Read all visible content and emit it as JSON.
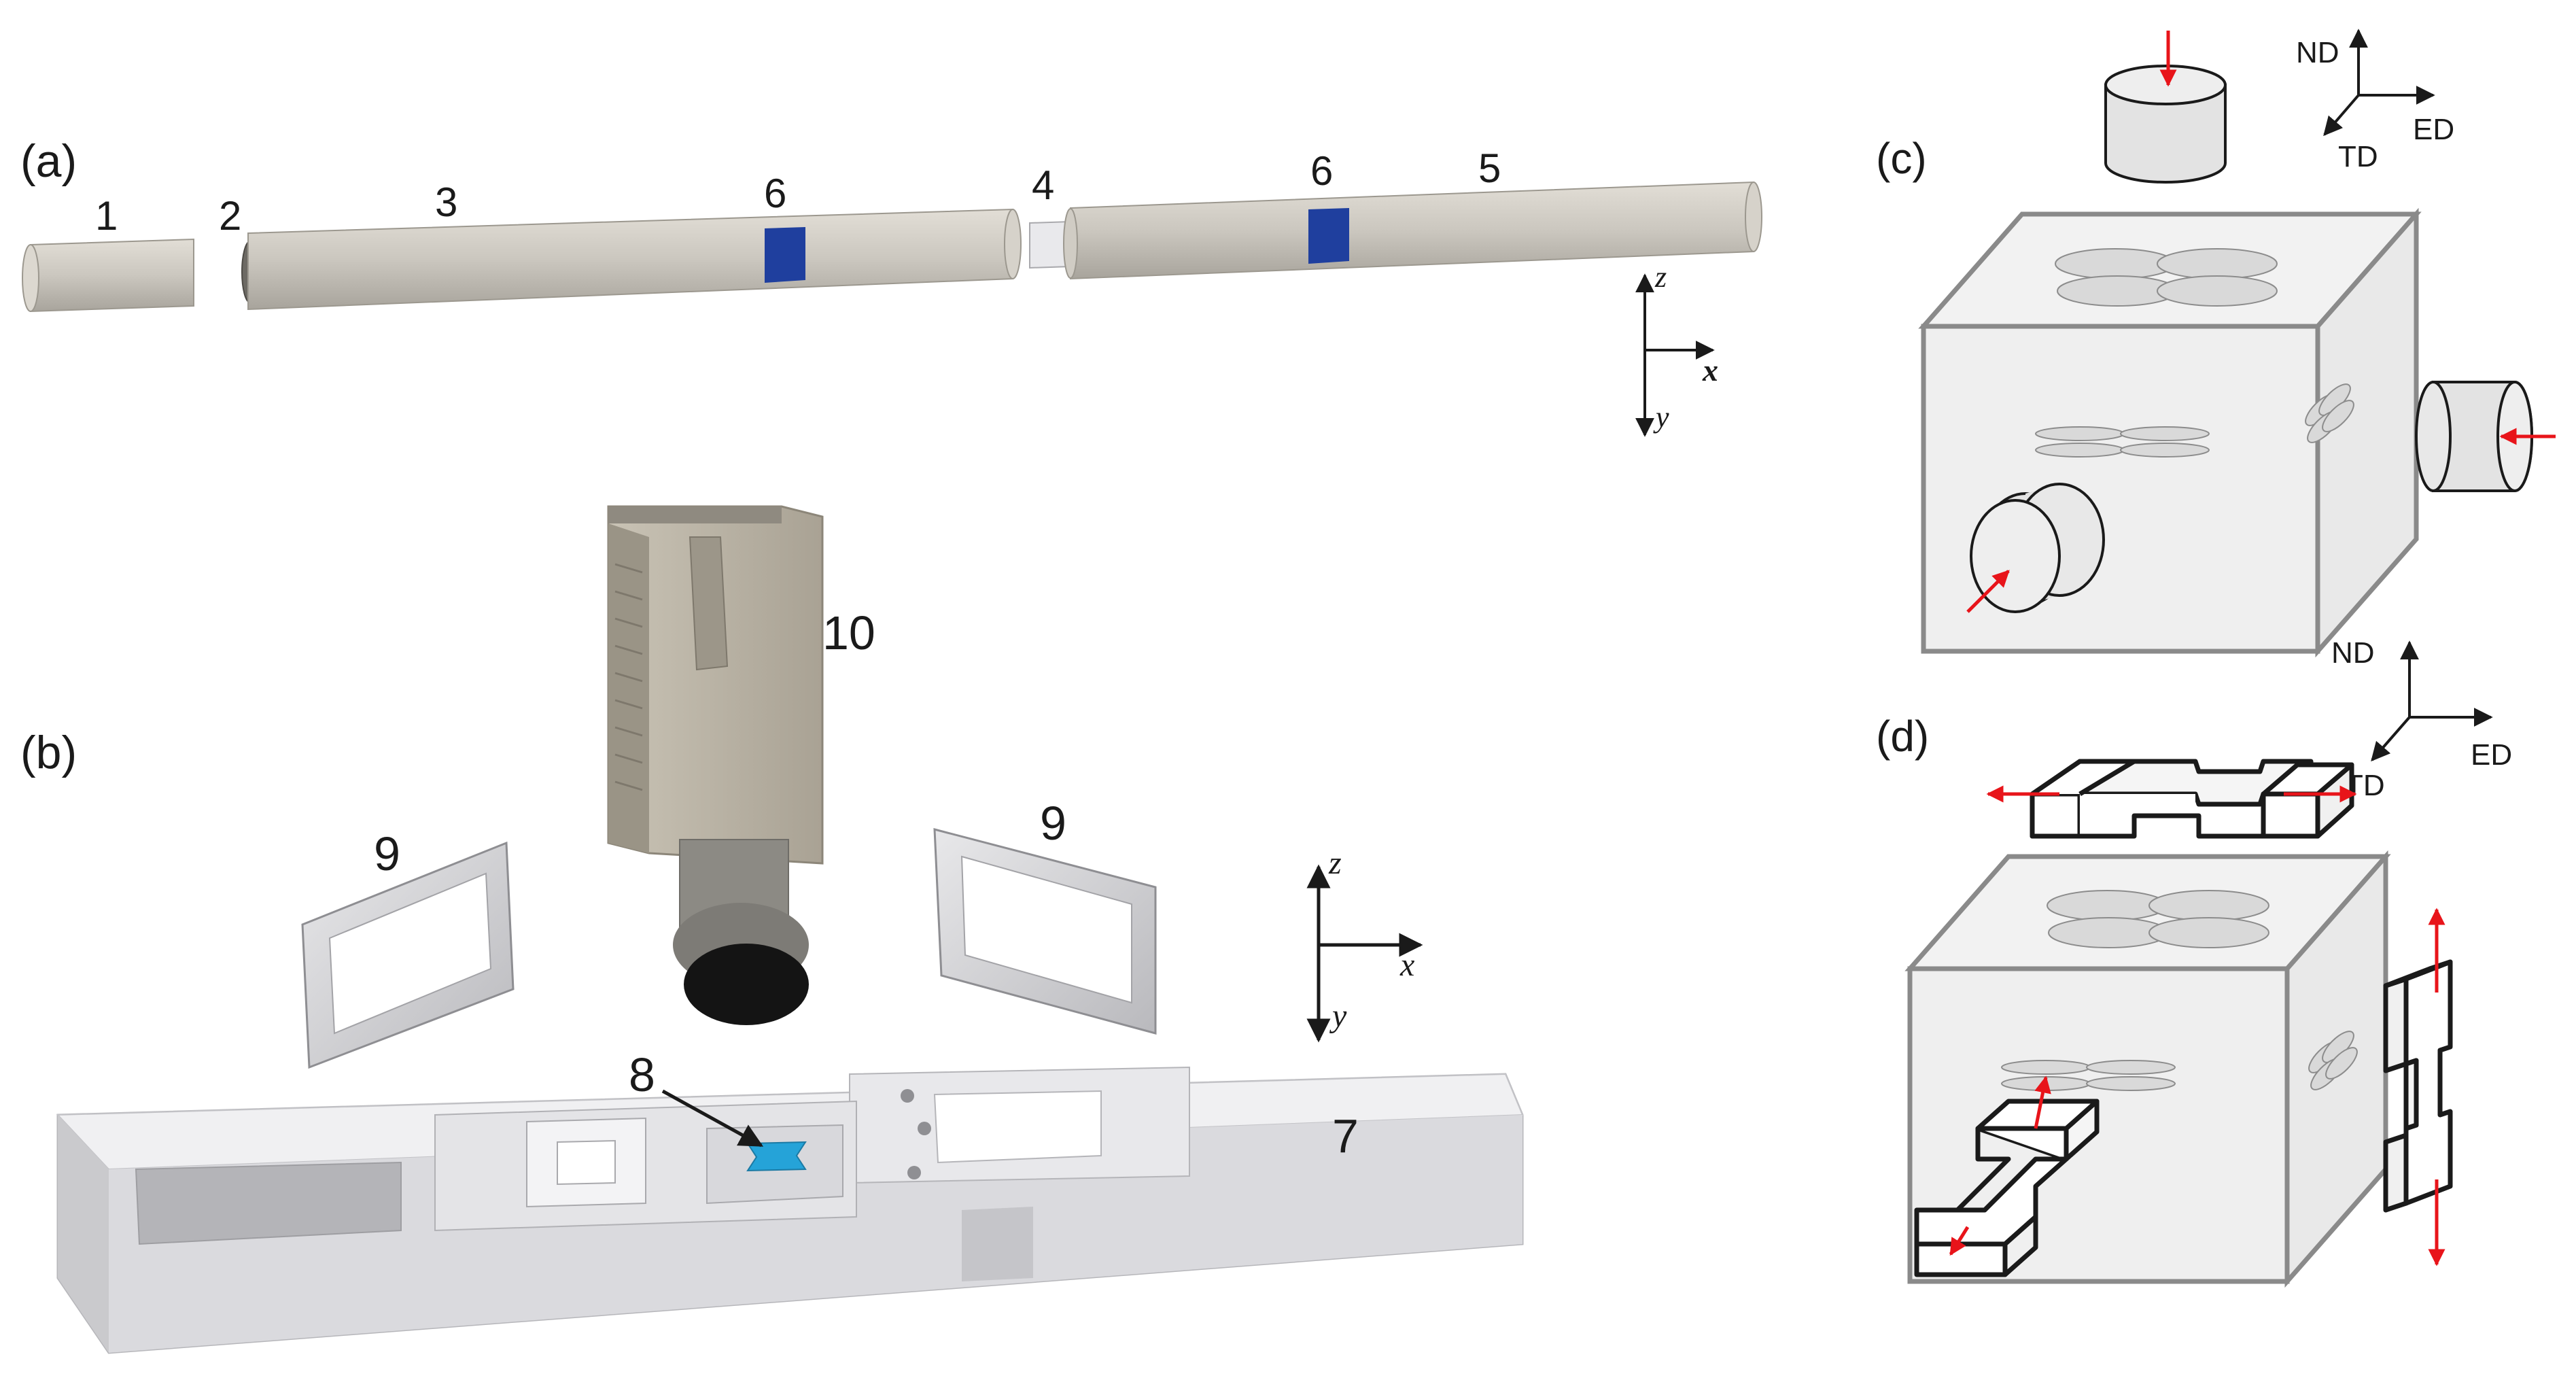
{
  "panels": {
    "a": {
      "tag": "(a)",
      "labels": [
        "1",
        "2",
        "3",
        "6",
        "4",
        "6",
        "5"
      ],
      "axes": {
        "z": "z",
        "x": "x",
        "y": "y"
      }
    },
    "b": {
      "tag": "(b)",
      "labels": [
        "10",
        "9",
        "9",
        "8",
        "7"
      ],
      "axes": {
        "z": "z",
        "x": "x",
        "y": "y"
      }
    },
    "c": {
      "tag": "(c)",
      "axes": {
        "nd": "ND",
        "ed": "ED",
        "td": "TD"
      }
    },
    "d": {
      "tag": "(d)",
      "axes": {
        "nd": "ND",
        "ed": "ED",
        "td": "TD"
      }
    }
  },
  "colors": {
    "bar": "#cdc9c0",
    "bar_dark": "#a9a59c",
    "strain_gauge": "#1f3f9e",
    "apparatus": "#cfcfd3",
    "camera": "#b8b2a4",
    "cube_fill": "#efefef",
    "cube_edge": "#8a8a8a",
    "arrow_red": "#e8141a",
    "specimen_blue": "#25a3d8"
  }
}
